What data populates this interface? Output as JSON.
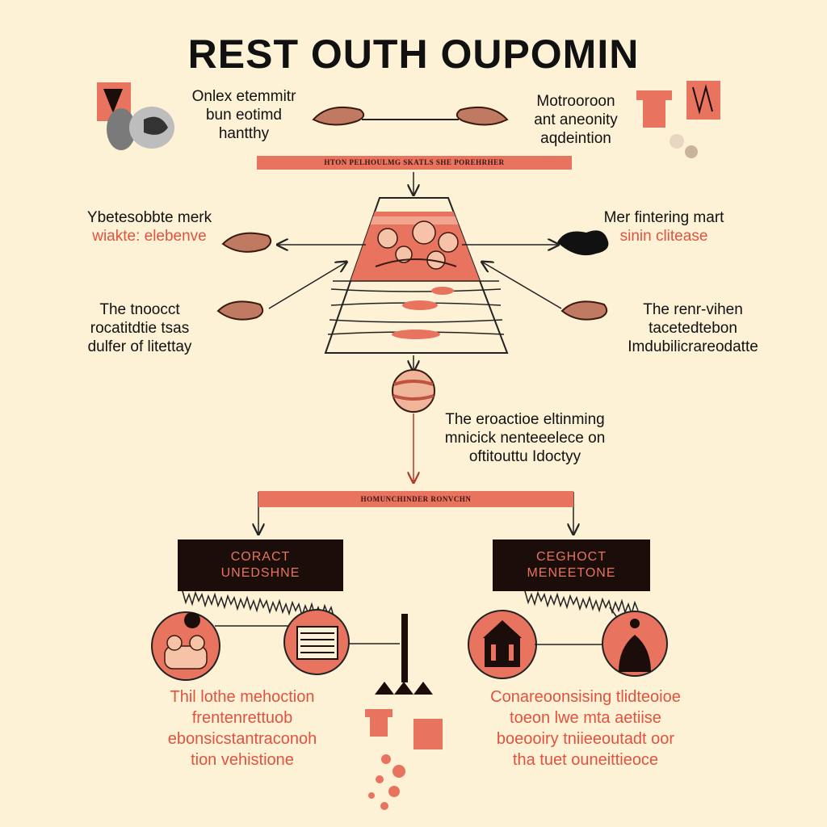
{
  "title": "REST OUTH OUPOMIN",
  "top_left_label": [
    "Onlex etemmitr",
    "bun eotimd",
    "hantthy"
  ],
  "top_right_label": [
    "Motrooroon",
    "ant aneonity",
    "aqdeintion"
  ],
  "top_band": "HTON PELHOULMG SKATLS SHE POREHRHER",
  "mid_left_label": {
    "line1": "Ybetesobbte merk",
    "line2": "wiakte: elebenve"
  },
  "mid_right_label": {
    "line1": "Mer fintering mart",
    "line2": "sinin clitease"
  },
  "lower_left_label": [
    "The tnoocct",
    "rocatitdtie tsas",
    "dulfer of litettay"
  ],
  "lower_right_label": [
    "The renr-vihen",
    "tacetedtebon",
    "Imdubilicrareodatte"
  ],
  "center_label": [
    "The eroactioe eltinming",
    "mnicick nenteeelece on",
    "oftitouttu Idoctyy"
  ],
  "bottom_band": "HOMUNCHINDER RONVCHN",
  "left_box": [
    "CORACT",
    "UNEDSHNE"
  ],
  "right_box": [
    "CEGHOCT",
    "MENEETONE"
  ],
  "bottom_left_text": [
    "Thil lothe mehoction",
    "frentenrettuob",
    "ebonsicstantraconoh",
    "tion vehistione"
  ],
  "bottom_right_text": [
    "Conareoonsising tlidteoioe",
    "toeon lwe mta aetiise",
    "boeooiry tniieeoutadt oor",
    "tha tuet ouneittieoce"
  ],
  "colors": {
    "background": "#fdf1d6",
    "accent": "#e8735e",
    "dark": "#1a0d0a",
    "text": "#111111"
  },
  "icons": [
    "hands-icon",
    "book-icon",
    "person-icon",
    "sun-icon",
    "mortar-icon",
    "heart-icon",
    "earth-icon",
    "school-icon",
    "monument-icon",
    "cyclist-icon"
  ]
}
